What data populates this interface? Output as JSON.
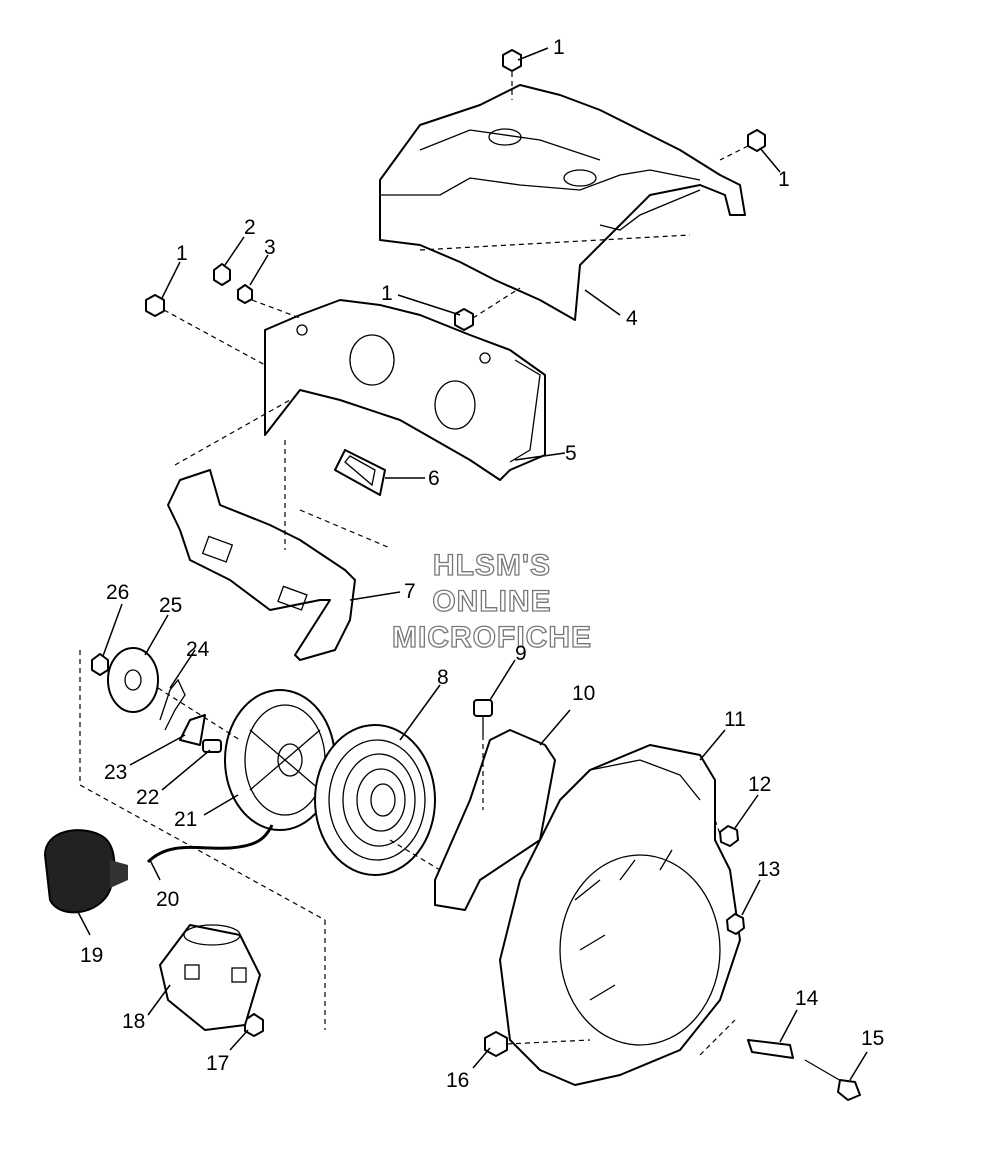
{
  "watermark": {
    "line1": "HLSM'S",
    "line2": "ONLINE",
    "line3": "MICROFICHE"
  },
  "callouts": {
    "c1a": "1",
    "c1b": "1",
    "c1c": "1",
    "c1d": "1",
    "c2": "2",
    "c3": "3",
    "c4": "4",
    "c5": "5",
    "c6": "6",
    "c7": "7",
    "c8": "8",
    "c9": "9",
    "c10": "10",
    "c11": "11",
    "c12": "12",
    "c13": "13",
    "c14": "14",
    "c15": "15",
    "c16": "16",
    "c17": "17",
    "c18": "18",
    "c19": "19",
    "c20": "20",
    "c21": "21",
    "c22": "22",
    "c23": "23",
    "c24": "24",
    "c25": "25",
    "c26": "26"
  }
}
